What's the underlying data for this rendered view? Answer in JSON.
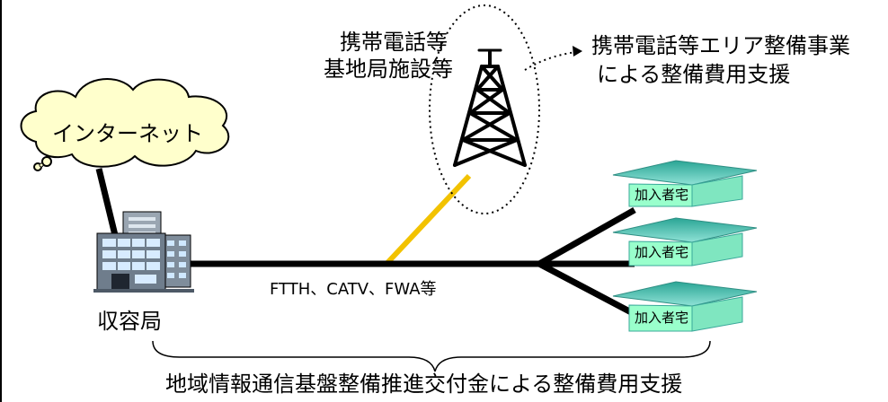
{
  "cloud_label": "インターネット",
  "tower_label_line1": "携帯電話等",
  "tower_label_line2": "基地局施設等",
  "tower_support_line1": "携帯電話等エリア整備事業",
  "tower_support_line2": "による整備費用支援",
  "station_label": "収容局",
  "line_label": "FTTH、CATV、FWA等",
  "house_label": "加入者宅",
  "houses": [
    {
      "label": "加入者宅"
    },
    {
      "label": "加入者宅"
    },
    {
      "label": "加入者宅"
    }
  ],
  "bottom_support": "地域情報通信基盤整備推進交付金による整備費用支援",
  "colors": {
    "cloud_fill": "#ffffcc",
    "house_fill": "#99ffcc",
    "house_roof": "#4fc0b4",
    "feeder_line": "#f2c200",
    "main_line": "#000000",
    "building": "#6f7d8c"
  }
}
